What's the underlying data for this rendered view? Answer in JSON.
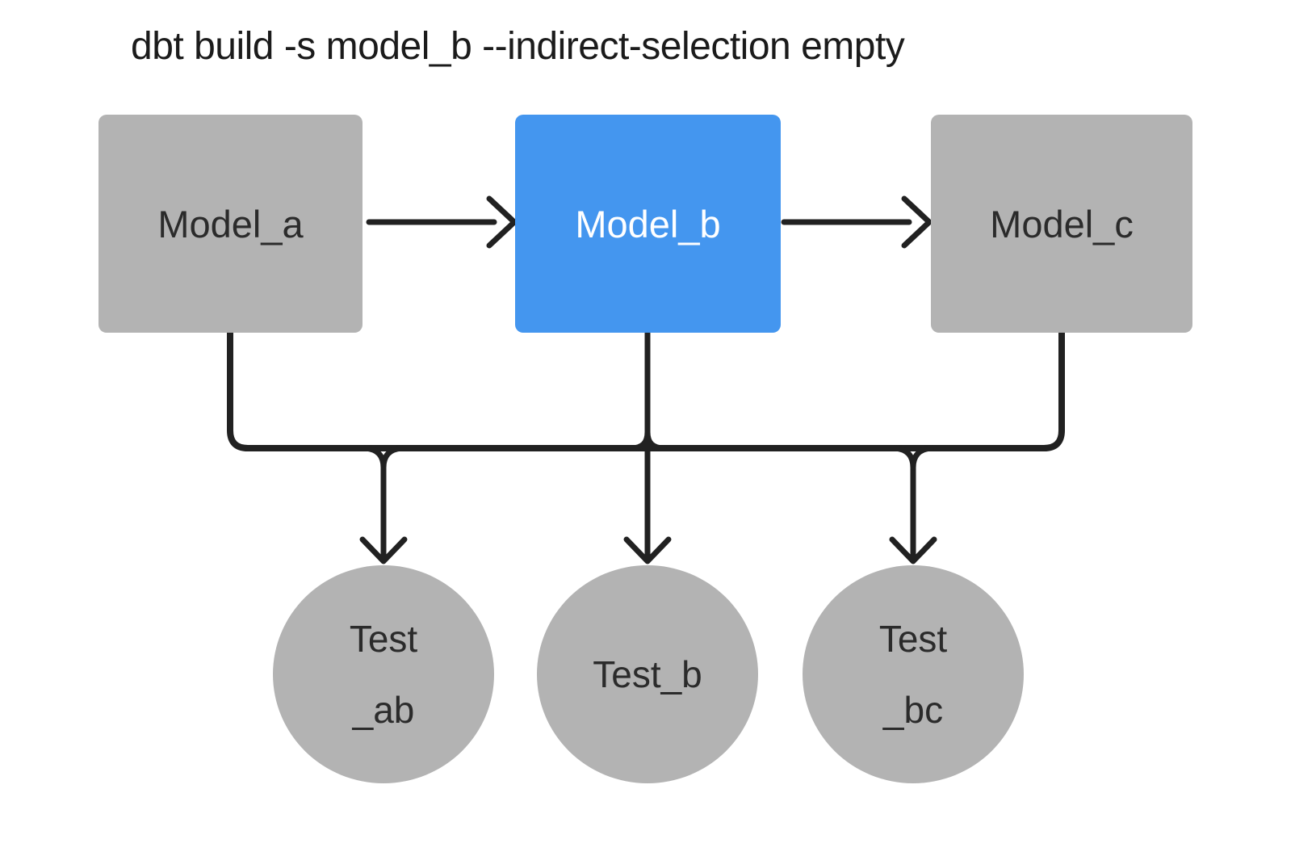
{
  "title": "dbt build -s model_b --indirect-selection empty",
  "colors": {
    "background": "#ffffff",
    "node_gray": "#b3b3b3",
    "node_selected_blue": "#4496ef",
    "edge_dark": "#212121",
    "text_dark": "#2b2b2b",
    "text_title": "#1b1b1b",
    "text_light": "#ffffff"
  },
  "nodes": {
    "models": [
      {
        "id": "model_a",
        "label": "Model_a",
        "selected": false
      },
      {
        "id": "model_b",
        "label": "Model_b",
        "selected": true
      },
      {
        "id": "model_c",
        "label": "Model_c",
        "selected": false
      }
    ],
    "tests": [
      {
        "id": "test_ab",
        "label_lines": [
          "Test",
          "_ab"
        ]
      },
      {
        "id": "test_b",
        "label_lines": [
          "Test_b"
        ]
      },
      {
        "id": "test_bc",
        "label_lines": [
          "Test",
          "_bc"
        ]
      }
    ]
  },
  "edges": [
    {
      "from": "model_a",
      "to": "model_b"
    },
    {
      "from": "model_b",
      "to": "model_c"
    },
    {
      "from": "model_a",
      "to": "test_ab"
    },
    {
      "from": "model_b",
      "to": "test_ab"
    },
    {
      "from": "model_b",
      "to": "test_b"
    },
    {
      "from": "model_b",
      "to": "test_bc"
    },
    {
      "from": "model_c",
      "to": "test_bc"
    }
  ]
}
